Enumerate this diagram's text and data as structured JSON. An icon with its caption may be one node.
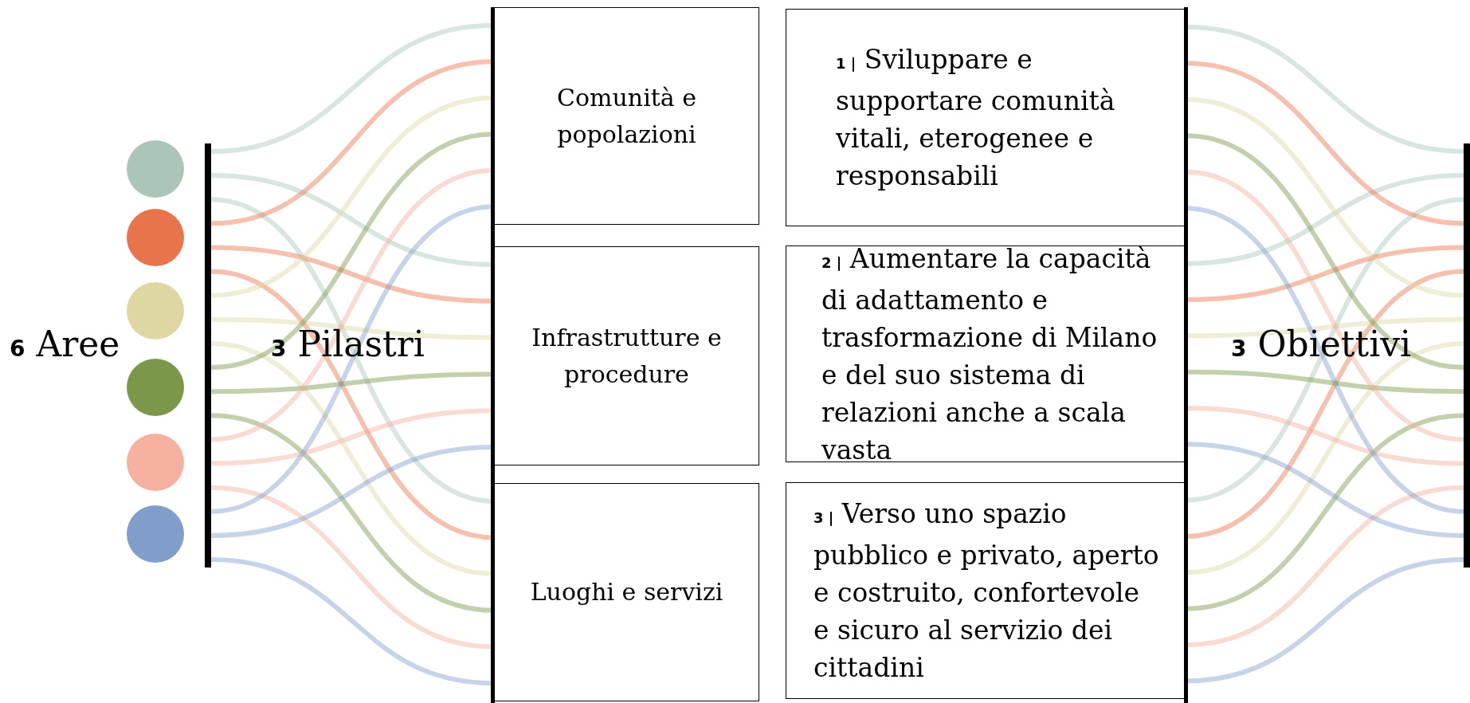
{
  "diagram": {
    "nodes": [
      {
        "text": [],
        "shape": "circle"
      },
      {
        "text": [],
        "shape": "circle"
      },
      {
        "text": [],
        "shape": "circle"
      },
      {
        "text": [],
        "shape": "circle"
      },
      {
        "text": [],
        "shape": "circle"
      },
      {
        "text": [],
        "shape": "circle"
      },
      {
        "text": [],
        "shape": "bar"
      },
      {
        "text": [
          "Comunità e popolazioni"
        ]
      },
      {
        "text": [
          "Infrastrutture e procedure"
        ]
      },
      {
        "text": [
          "Luoghi e servizi"
        ]
      },
      {
        "text": [
          "**1 |** Sviluppare e supportare comunità vitali, eterogenee e responsabili"
        ]
      },
      {
        "text": [
          "**2 |** Aumentare la capacità di adattamento e trasformazione di Milano e del suo sistema di relazioni anche a scala vasta"
        ]
      },
      {
        "text": [
          "**3 |** Verso uno spazio pubblico e privato, aperto e costruito, confortevole e sicuro al servizio dei cittadini"
        ]
      },
      {
        "text": [],
        "shape": "bar"
      }
    ],
    "edges": [
      {
        "from": 6,
        "to": 7,
        "arrow": "none",
        "color": "#abc5b8"
      },
      {
        "from": 6,
        "to": 8,
        "arrow": "none",
        "color": "#abc5b8"
      },
      {
        "from": 6,
        "to": 9,
        "arrow": "none",
        "color": "#abc5b8"
      },
      {
        "from": 6,
        "to": 7,
        "arrow": "none",
        "color": "#e8744b"
      },
      {
        "from": 6,
        "to": 8,
        "arrow": "none",
        "color": "#e8744b"
      },
      {
        "from": 6,
        "to": 9,
        "arrow": "none",
        "color": "#e8744b"
      },
      {
        "from": 6,
        "to": 7,
        "arrow": "none",
        "color": "#ded7a3"
      },
      {
        "from": 6,
        "to": 8,
        "arrow": "none",
        "color": "#ded7a3"
      },
      {
        "from": 6,
        "to": 9,
        "arrow": "none",
        "color": "#ded7a3"
      },
      {
        "from": 6,
        "to": 7,
        "arrow": "none",
        "color": "#7b974a"
      },
      {
        "from": 6,
        "to": 8,
        "arrow": "none",
        "color": "#7b974a"
      },
      {
        "from": 6,
        "to": 9,
        "arrow": "none",
        "color": "#7b974a"
      },
      {
        "from": 6,
        "to": 7,
        "arrow": "none",
        "color": "#f5b0a0"
      },
      {
        "from": 6,
        "to": 8,
        "arrow": "none",
        "color": "#f5b0a0"
      },
      {
        "from": 6,
        "to": 9,
        "arrow": "none",
        "color": "#f5b0a0"
      },
      {
        "from": 6,
        "to": 7,
        "arrow": "none",
        "color": "#819ecb"
      },
      {
        "from": 6,
        "to": 8,
        "arrow": "none",
        "color": "#819ecb"
      },
      {
        "from": 6,
        "to": 9,
        "arrow": "none",
        "color": "#819ecb"
      },
      {
        "from": 10,
        "to": 13,
        "arrow": "none",
        "color": "#abc5b8"
      },
      {
        "from": 11,
        "to": 13,
        "arrow": "none",
        "color": "#abc5b8"
      },
      {
        "from": 12,
        "to": 13,
        "arrow": "none",
        "color": "#abc5b8"
      },
      {
        "from": 10,
        "to": 13,
        "arrow": "none",
        "color": "#e8744b"
      },
      {
        "from": 11,
        "to": 13,
        "arrow": "none",
        "color": "#e8744b"
      },
      {
        "from": 12,
        "to": 13,
        "arrow": "none",
        "color": "#e8744b"
      },
      {
        "from": 10,
        "to": 13,
        "arrow": "none",
        "color": "#ded7a3"
      },
      {
        "from": 11,
        "to": 13,
        "arrow": "none",
        "color": "#ded7a3"
      },
      {
        "from": 12,
        "to": 13,
        "arrow": "none",
        "color": "#ded7a3"
      },
      {
        "from": 10,
        "to": 13,
        "arrow": "none",
        "color": "#7b974a"
      },
      {
        "from": 11,
        "to": 13,
        "arrow": "none",
        "color": "#7b974a"
      },
      {
        "from": 12,
        "to": 13,
        "arrow": "none",
        "color": "#7b974a"
      },
      {
        "from": 10,
        "to": 13,
        "arrow": "none",
        "color": "#f5b0a0"
      },
      {
        "from": 11,
        "to": 13,
        "arrow": "none",
        "color": "#f5b0a0"
      },
      {
        "from": 12,
        "to": 13,
        "arrow": "none",
        "color": "#f5b0a0"
      },
      {
        "from": 10,
        "to": 13,
        "arrow": "none",
        "color": "#819ecb"
      },
      {
        "from": 11,
        "to": 13,
        "arrow": "none",
        "color": "#819ecb"
      },
      {
        "from": 12,
        "to": 13,
        "arrow": "none",
        "color": "#819ecb"
      }
    ],
    "labels": [
      "**6** Aree",
      "**3** Pilastri",
      "**3** Obiettivi"
    ]
  }
}
